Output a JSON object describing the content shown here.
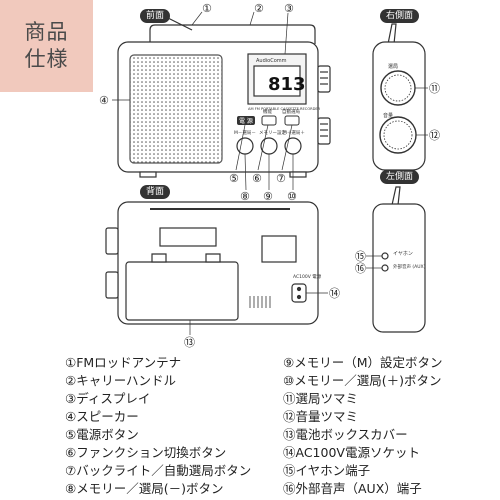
{
  "badge": {
    "line1": "商品",
    "line2": "仕様"
  },
  "views": {
    "front": "前面",
    "right": "右側面",
    "left": "左側面",
    "back": "背面"
  },
  "display": {
    "brand": "AudioComm",
    "freq": "813",
    "panel_text": "AM FM PORTABLE CASSETTE RECORDER"
  },
  "knob_labels": {
    "tuning": "選局",
    "volume": "音量"
  },
  "buttons": {
    "power": "電 源",
    "function": "機能",
    "backlight": "自動選局",
    "mem_minus": "M－選局－",
    "mem_plus": "M＋選局＋",
    "mem_set": "メモリー設定"
  },
  "side_labels": {
    "earphone": "イヤホン",
    "aux": "外部音声\n(AUX)",
    "ac": "AC100V\n電源"
  },
  "callouts": [
    "①",
    "②",
    "③",
    "④",
    "⑤",
    "⑥",
    "⑦",
    "⑧",
    "⑨",
    "⑩",
    "⑪",
    "⑫",
    "⑬",
    "⑭",
    "⑮",
    "⑯"
  ],
  "legend": [
    "①FMロッドアンテナ",
    "②キャリーハンドル",
    "③ディスプレイ",
    "④スピーカー",
    "⑤電源ボタン",
    "⑥ファンクション切換ボタン",
    "⑦バックライト／自動選局ボタン",
    "⑧メモリー／選局(－)ボタン",
    "⑨メモリー（M）設定ボタン",
    "⑩メモリー／選局(＋)ボタン",
    "⑪選局ツマミ",
    "⑫音量ツマミ",
    "⑬電池ボックスカバー",
    "⑭AC100V電源ソケット",
    "⑮イヤホン端子",
    "⑯外部音声（AUX）端子"
  ]
}
